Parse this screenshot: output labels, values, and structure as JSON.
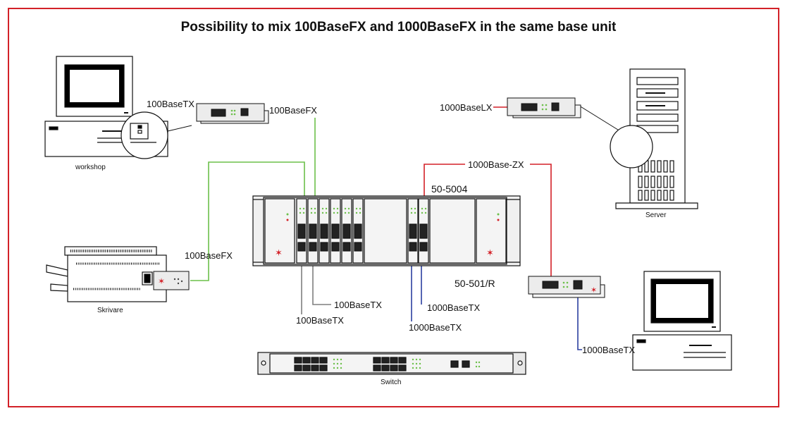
{
  "title": "Possibility to mix 100BaseFX and 1000BaseFX in the same base unit",
  "devices": {
    "workshop": "workshop",
    "server": "Server",
    "printer": "Skrivare",
    "switch": "Switch",
    "chassis_model": "50-5004",
    "module_model": "50-501/R"
  },
  "links": {
    "ws_tx": "100BaseTX",
    "ws_fx": "100BaseFX",
    "printer_fx": "100BaseFX",
    "lx": "1000BaseLX",
    "zx": "1000Base-ZX",
    "sw_tx_a": "100BaseTX",
    "sw_tx_b": "100BaseTX",
    "gig_tx_a": "1000BaseTX",
    "gig_tx_b": "1000BaseTX",
    "pc_gig_tx": "1000BaseTX"
  },
  "colors": {
    "frame": "#d32128",
    "fiber_100": "#6cc04a",
    "fiber_1000": "#d32128",
    "copper_100": "#7f7f7f",
    "copper_1000": "#2b3fa0"
  }
}
